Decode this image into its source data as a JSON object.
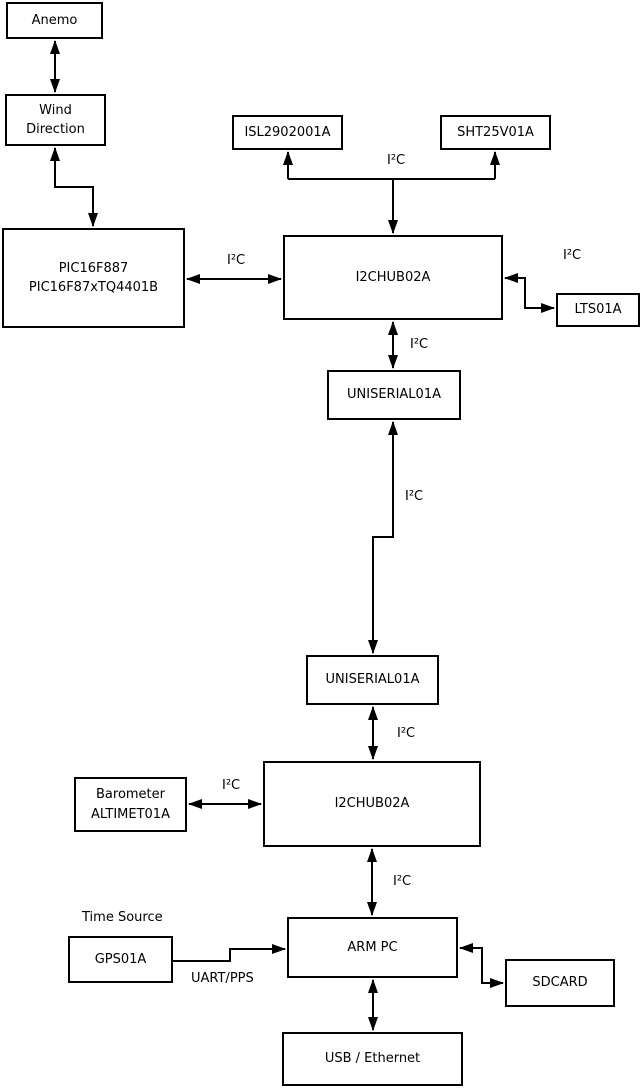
{
  "diagram": {
    "type": "block-diagram",
    "colors": {
      "line": "#000000",
      "box_border": "#000000",
      "box_fill": "#ffffff",
      "text": "#000000",
      "background": "#ffffff"
    },
    "bus_label": "I²C",
    "boxes": {
      "anemo": {
        "label": "Anemo"
      },
      "wind_direction": {
        "line1": "Wind",
        "line2": "Direction"
      },
      "pic": {
        "line1": "PIC16F887",
        "line2": "PIC16F87xTQ4401B"
      },
      "isl": {
        "label": "ISL2902001A"
      },
      "sht": {
        "label": "SHT25V01A"
      },
      "i2c_hub_top": {
        "label": "I2CHUB02A"
      },
      "lts": {
        "label": "LTS01A"
      },
      "uniserial_top": {
        "label": "UNISERIAL01A"
      },
      "uniserial_bottom": {
        "label": "UNISERIAL01A"
      },
      "barometer": {
        "line1": "Barometer",
        "line2": "ALTIMET01A"
      },
      "i2c_hub_bottom": {
        "label": "I2CHUB02A"
      },
      "gps": {
        "label": "GPS01A"
      },
      "arm_pc": {
        "label": "ARM PC"
      },
      "sdcard": {
        "label": "SDCARD"
      },
      "usb_ethernet": {
        "label": "USB / Ethernet"
      }
    },
    "annotations": {
      "time_source": "Time Source",
      "uart_pps": "UART/PPS"
    }
  }
}
